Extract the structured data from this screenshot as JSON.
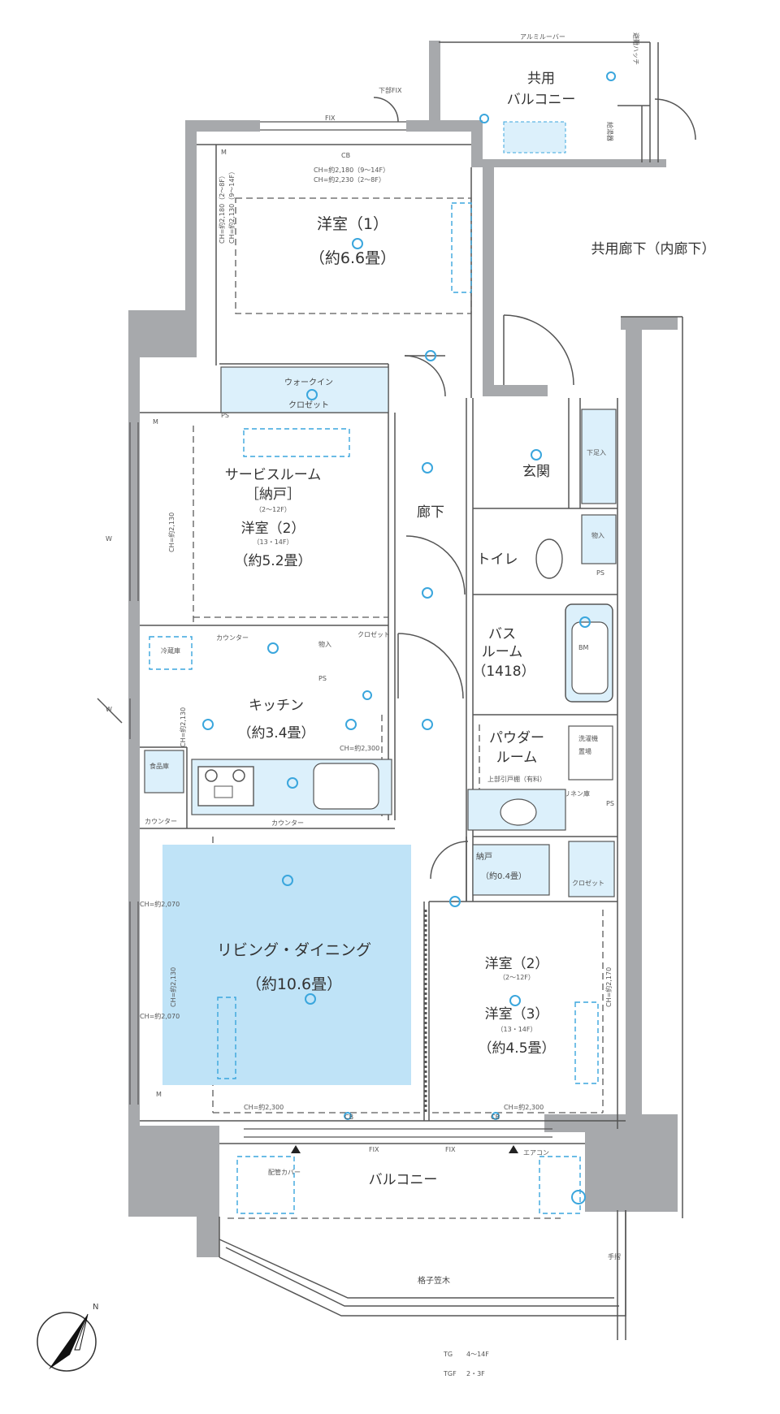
{
  "rooms": {
    "western1": {
      "name": "洋室（1）",
      "area": "（約6.6畳）",
      "ch1": "CH=約2,180（9～14F）",
      "ch2": "CH=約2,230（2～8F）",
      "side_ch1": "CH=約2,180（2～8F）",
      "side_ch2": "CH=約2,130（9～14F）"
    },
    "walkin": {
      "name1": "ウォークイン",
      "name2": "クロゼット"
    },
    "service": {
      "name": "サービスルーム",
      "sub": "［納戸］",
      "floor1": "（2～12F）",
      "name2": "洋室（2）",
      "floor2": "（13・14F）",
      "area": "（約5.2畳）",
      "ch": "CH=約2,130"
    },
    "corridor": {
      "name": "廊下"
    },
    "entrance": {
      "name": "玄関"
    },
    "toilet": {
      "name": "トイレ"
    },
    "bath": {
      "name1": "バス",
      "name2": "ルーム",
      "size": "（1418）"
    },
    "powder": {
      "name1": "パウダー",
      "name2": "ルーム",
      "note": "上部引戸棚（有料）"
    },
    "kitchen": {
      "name": "キッチン",
      "area": "（約3.4畳）",
      "ch": "CH=約2,300",
      "side_ch": "CH=約2,130"
    },
    "storage": {
      "name": "納戸",
      "area": "（約0.4畳）"
    },
    "living": {
      "name": "リビング・ダイニング",
      "area": "（約10.6畳）",
      "ch": "CH=約2,300",
      "side_ch": "CH=約2,130",
      "side1": "CH=約2,070",
      "side2": "CH=約2,070"
    },
    "western23": {
      "name1": "洋室（2）",
      "floor1": "（2～12F）",
      "name2": "洋室（3）",
      "floor2": "（13・14F）",
      "area": "（約4.5畳）",
      "ch": "CH=約2,300",
      "side_ch": "CH=約2,170"
    },
    "balcony": {
      "name": "バルコニー",
      "rail": "格子笠木",
      "cover": "配管カバー",
      "ac": "エアコン",
      "side": "手摺"
    },
    "shared_balcony": {
      "name1": "共用",
      "name2": "バルコニー",
      "rail": "アルミルーバー",
      "tank1": "給湯器",
      "note": "避難ハッチ",
      "top1": "下部FIX"
    },
    "hall": {
      "name": "共用廊下（内廊下）"
    }
  },
  "labels": {
    "fix": "FIX",
    "fix_top": "下部FIX",
    "counter": "カウンター",
    "counter2": "カウンター",
    "counter3": "カウンター",
    "shoes": "下足入",
    "storage_small": "物入",
    "storage_small2": "物入",
    "closet": "クロゼット",
    "closet2": "クロゼット",
    "pantry": "食品庫",
    "fridge": "冷蔵庫",
    "washer1": "洗濯機",
    "washer2": "置場",
    "linen": "リネン庫",
    "ps": "PS",
    "cb": "CB",
    "m": "M",
    "w": "W",
    "bm": "BM",
    "tg": "TG",
    "tg_note": "4～14F",
    "tgf": "TGF",
    "tgf_note": "2・3F",
    "north": "N"
  },
  "colors": {
    "wall": "#a7a9ac",
    "living_fill": "#bfe3f7",
    "fixture_fill": "#dcf0fb",
    "equipment": "#3aa6dd"
  }
}
